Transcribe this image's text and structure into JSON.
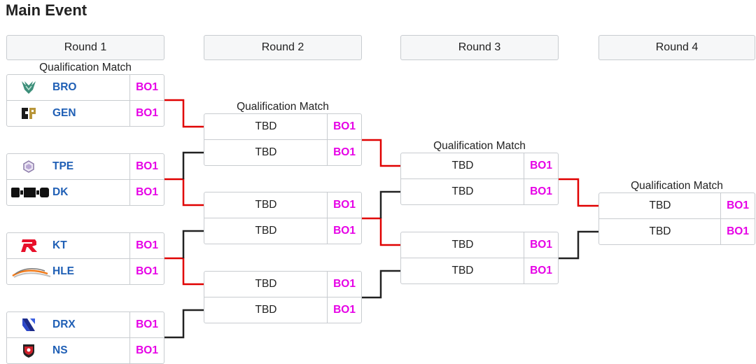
{
  "title": "Main Event",
  "rounds": [
    "Round 1",
    "Round 2",
    "Round 3",
    "Round 4"
  ],
  "qualification_label": "Qualification Match",
  "tbd": "TBD",
  "format": "BO1",
  "round1": [
    {
      "top": "BRO",
      "bottom": "GEN",
      "top_logo": "bro-logo-icon",
      "bottom_logo": "gen-logo-icon"
    },
    {
      "top": "TPE",
      "bottom": "DK",
      "top_logo": "tpe-logo-icon",
      "bottom_logo": "dk-logo-icon"
    },
    {
      "top": "KT",
      "bottom": "HLE",
      "top_logo": "kt-logo-icon",
      "bottom_logo": "hle-logo-icon"
    },
    {
      "top": "DRX",
      "bottom": "NS",
      "top_logo": "drx-logo-icon",
      "bottom_logo": "ns-logo-icon"
    }
  ],
  "colors": {
    "advance_line": "#e00000",
    "elim_line": "#222222",
    "score": "#e600e6",
    "team": "#1f5fb5"
  }
}
